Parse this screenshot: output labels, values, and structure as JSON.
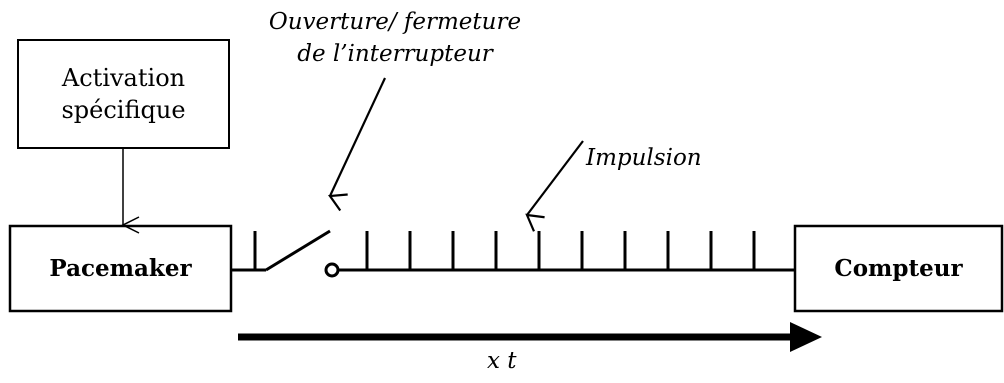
{
  "diagram": {
    "activation_box": {
      "line1": "Activation",
      "line2": "spécifique"
    },
    "pacemaker_box": {
      "label": "Pacemaker"
    },
    "compteur_box": {
      "label": "Compteur"
    },
    "switch_annotation": {
      "line1": "Ouverture/ fermeture",
      "line2": "de l’interrupteur"
    },
    "pulse_annotation": {
      "label": "Impulsion"
    },
    "time_axis": {
      "label": "x t"
    },
    "pulse_count": 10,
    "colors": {
      "stroke": "#000000",
      "axis_arrow": "#111111",
      "background": "#ffffff"
    }
  }
}
